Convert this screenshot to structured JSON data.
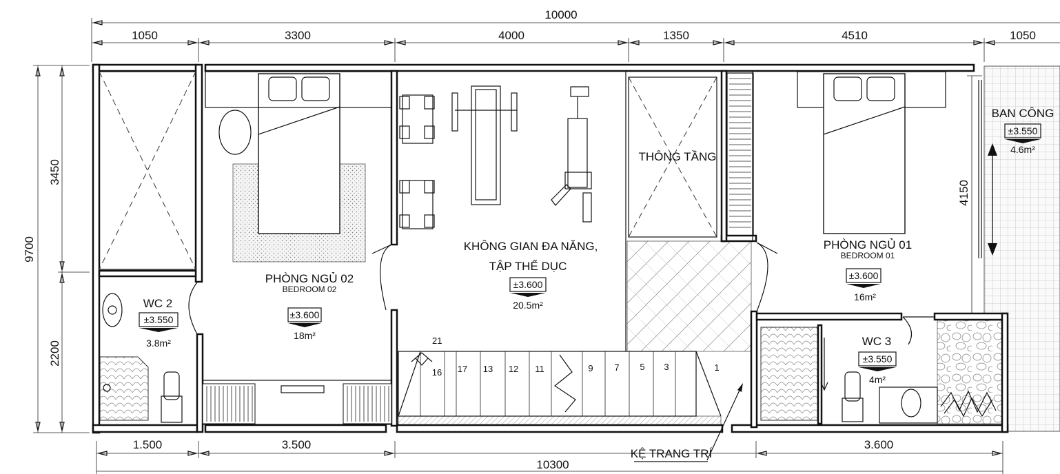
{
  "dimensions": {
    "top_total": "10000",
    "top_segments": [
      "1050",
      "3300",
      "4000",
      "1350",
      "4510",
      "1050"
    ],
    "left_total": "9700",
    "left_segments": [
      "3450",
      "2200"
    ],
    "right_segment": "4150",
    "bottom_total": "10300",
    "bottom_segments": [
      "1.500",
      "3.500",
      "3.600"
    ]
  },
  "rooms": {
    "bedroom_02": {
      "name": "PHÒNG NGỦ 02",
      "sub": "BEDROOM 02",
      "level": "±3.600",
      "area": "18m²"
    },
    "multi": {
      "name_line1": "KHÔNG GIAN ĐA NĂNG,",
      "name_line2": "TẬP THỂ DỤC",
      "level": "±3.600",
      "area": "20.5m²"
    },
    "void": {
      "name": "THÔNG TẦNG"
    },
    "bedroom_01": {
      "name": "PHÒNG NGỦ 01",
      "sub": "BEDROOM 01",
      "level": "±3.600",
      "area": "16m²"
    },
    "balcony": {
      "name": "BAN CÔNG",
      "level": "±3.550",
      "area": "4.6m²"
    },
    "wc2": {
      "name": "WC 2",
      "level": "±3.550",
      "area": "3.8m²"
    },
    "wc3": {
      "name": "WC 3",
      "level": "±3.550",
      "area": "4m²"
    }
  },
  "stairs": {
    "top_number": "21",
    "steps": [
      "16",
      "17",
      "13",
      "12",
      "11",
      "9",
      "7",
      "5",
      "3",
      "1"
    ]
  },
  "annotations": {
    "shelf": "KỆ TRANG TRÍ"
  }
}
